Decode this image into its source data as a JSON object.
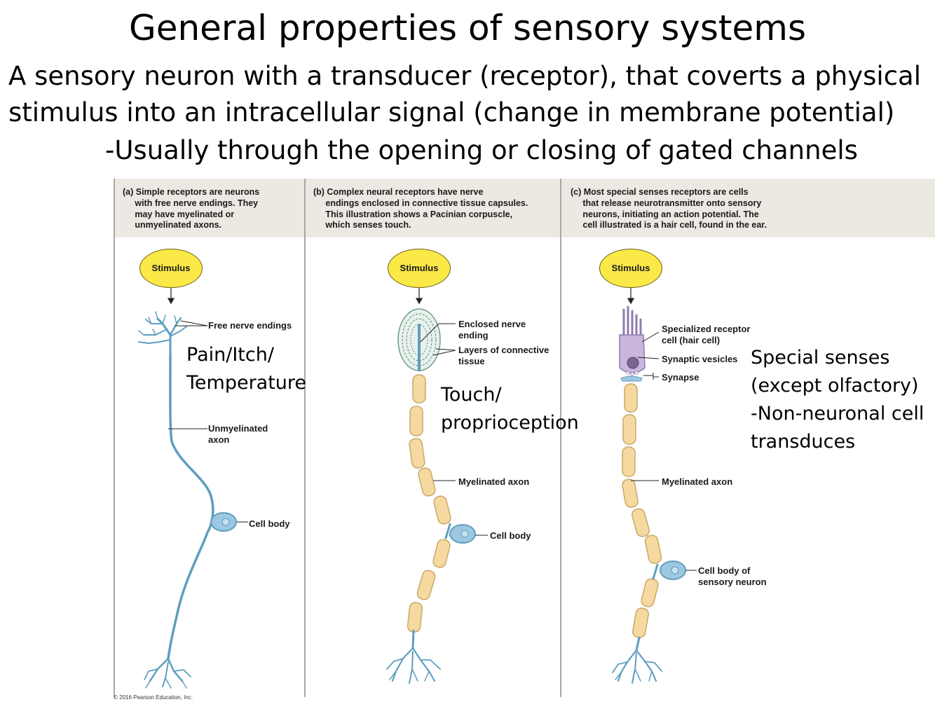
{
  "slide": {
    "title": "General properties of sensory systems",
    "body_lines": [
      "A sensory neuron with a transducer (receptor), that coverts a physical",
      "stimulus into an intracellular signal (change in membrane potential)",
      "-Usually through the opening or closing of gated channels"
    ]
  },
  "panels": [
    {
      "caption": "(a) Simple receptors are neurons\n     with free nerve endings. They\n     may have myelinated or\n     unmyelinated axons.",
      "stimulus": "Stimulus",
      "labels": [
        "Free nerve endings",
        "Unmyelinated\naxon",
        "Cell body"
      ],
      "overlay": "Pain/Itch/\nTemperature"
    },
    {
      "caption": "(b) Complex neural receptors have nerve\n     endings enclosed in connective tissue capsules.\n     This illustration shows a Pacinian corpuscle,\n     which senses touch.",
      "stimulus": "Stimulus",
      "labels": [
        "Enclosed nerve\nending",
        "Layers of connective\ntissue",
        "Myelinated axon",
        "Cell body"
      ],
      "overlay": "Touch/\nproprioception"
    },
    {
      "caption": "(c) Most special senses receptors are cells\n     that release neurotransmitter onto sensory\n     neurons, initiating an action potential. The\n     cell illustrated is a hair cell, found in the ear.",
      "stimulus": "Stimulus",
      "labels": [
        "Specialized receptor\ncell (hair cell)",
        "Synaptic vesicles",
        "Synapse",
        "Myelinated axon",
        "Cell body of\nsensory neuron"
      ],
      "overlay": "Special senses\n(except olfactory)\n-Non-neuronal cell\ntransduces"
    }
  ],
  "copyright": "© 2016 Pearson Education, Inc.",
  "colors": {
    "panel_header": "#ece9e3",
    "stimulus_fill": "#fbe948",
    "nerve": "#5f9ec0",
    "myelin": "#f6d9a0",
    "hair_cell": "#c9b6dc"
  }
}
